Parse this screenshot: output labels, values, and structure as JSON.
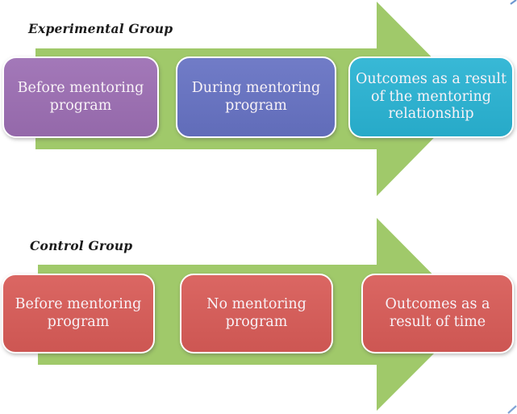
{
  "diagram": {
    "title_hint": "Mentoring program experimental design flow diagram",
    "groups": [
      {
        "label": "Experimental Group",
        "boxes": [
          {
            "label": "Before mentoring program",
            "color": "#9c6eb3"
          },
          {
            "label": "During mentoring program",
            "color": "#6672c3"
          },
          {
            "label": "Outcomes as a result of the mentoring relationship",
            "color": "#29b3d3"
          }
        ]
      },
      {
        "label": "Control Group",
        "boxes": [
          {
            "label": "Before mentoring program",
            "color": "#d85b57"
          },
          {
            "label": "No mentoring program",
            "color": "#d85b57"
          },
          {
            "label": "Outcomes as a result of time",
            "color": "#d85b57"
          }
        ]
      }
    ],
    "colors": {
      "arrow": "#a0c96a",
      "box_border": "#ffffff",
      "box_text": "#f8f2f7",
      "label_text": "#1b1b1b",
      "background": "#ffffff",
      "corner_artifact": "#5585c8"
    }
  }
}
